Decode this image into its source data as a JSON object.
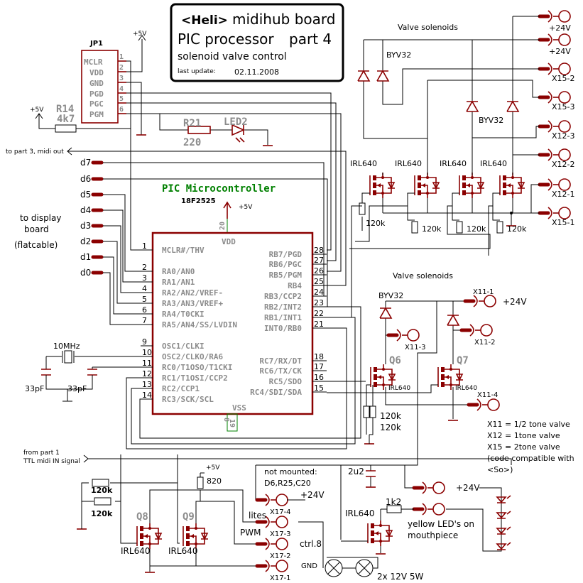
{
  "title": {
    "brand": "<Heli>",
    "board": "midihub board",
    "processor": "PIC processor",
    "part": "part 4",
    "subtitle": "solenoid valve control",
    "update_label": "last update:",
    "update_date": "02.11.2008"
  },
  "supply": {
    "plus5": "+5V",
    "plus24": "+24V",
    "gnd": "GND"
  },
  "jp1": {
    "name": "JP1",
    "pins": [
      {
        "num": "1",
        "name": "MCLR"
      },
      {
        "num": "2",
        "name": "VDD"
      },
      {
        "num": "3",
        "name": "GND"
      },
      {
        "num": "4",
        "name": "PGD"
      },
      {
        "num": "5",
        "name": "PGC"
      },
      {
        "num": "6",
        "name": "PGM"
      }
    ]
  },
  "r14": {
    "name": "R14",
    "value": "4k7"
  },
  "r21": {
    "name": "R21",
    "value": "220"
  },
  "led2": {
    "name": "LED2"
  },
  "midi_out": "to part 3, midi out",
  "data_lines": [
    "d7",
    "d6",
    "d5",
    "d4",
    "d3",
    "d2",
    "d1",
    "d0"
  ],
  "display_note": [
    "to display",
    "board",
    "(flatcable)"
  ],
  "mcu": {
    "title": "PIC Microcontroller",
    "part": "18F2525",
    "vdd": "VDD",
    "vss": "VSS",
    "vdd_pin": "20",
    "vss_pins": [
      "8",
      "19"
    ],
    "left_pins": [
      {
        "num": "1",
        "name": "MCLR#/THV"
      },
      {
        "num": "2",
        "name": "RA0/AN0"
      },
      {
        "num": "3",
        "name": "RA1/AN1"
      },
      {
        "num": "4",
        "name": "RA2/AN2/VREF-"
      },
      {
        "num": "5",
        "name": "RA3/AN3/VREF+"
      },
      {
        "num": "6",
        "name": "RA4/T0CKI"
      },
      {
        "num": "7",
        "name": "RA5/AN4/SS/LVDIN"
      },
      {
        "num": "9",
        "name": "OSC1/CLKI"
      },
      {
        "num": "10",
        "name": "OSC2/CLKO/RA6"
      },
      {
        "num": "11",
        "name": "RC0/T1OSO/T1CKI"
      },
      {
        "num": "12",
        "name": "RC1/T1OSI/CCP2"
      },
      {
        "num": "13",
        "name": "RC2/CCP1"
      },
      {
        "num": "14",
        "name": "RC3/SCK/SCL"
      }
    ],
    "right_pins": [
      {
        "num": "28",
        "name": "RB7/PGD"
      },
      {
        "num": "27",
        "name": "RB6/PGC"
      },
      {
        "num": "26",
        "name": "RB5/PGM"
      },
      {
        "num": "25",
        "name": "RB4"
      },
      {
        "num": "24",
        "name": "RB3/CCP2"
      },
      {
        "num": "23",
        "name": "RB2/INT2"
      },
      {
        "num": "22",
        "name": "RB1/INT1"
      },
      {
        "num": "21",
        "name": "INT0/RB0"
      },
      {
        "num": "18",
        "name": "RC7/RX/DT"
      },
      {
        "num": "17",
        "name": "RC6/TX/CK"
      },
      {
        "num": "16",
        "name": "RC5/SDO"
      },
      {
        "num": "15",
        "name": "RC4/SDI/SDA"
      }
    ]
  },
  "crystal": {
    "freq": "10MHz",
    "cap1": "33pF",
    "cap2": "33pF"
  },
  "midi_in": [
    "from part 1",
    "TTL midi IN signal"
  ],
  "solenoids_top": {
    "heading": "Valve solenoids",
    "diode1": "BYV32",
    "diode2": "BYV32",
    "fets": [
      "IRL640",
      "IRL640",
      "IRL640",
      "IRL640"
    ],
    "resistors": [
      "120k",
      "120k",
      "120k",
      "120k"
    ],
    "connectors": [
      "+24V",
      "+24V",
      "X15-2",
      "X15-3",
      "X12-3",
      "X12-2",
      "X12-1",
      "X15-1"
    ]
  },
  "solenoids_bottom": {
    "heading": "Valve solenoids",
    "diode": "BYV32",
    "q6": "Q6",
    "q7": "Q7",
    "fet": "IRL640",
    "r1": "120k",
    "r2": "120k",
    "connectors": {
      "x11_1": "X11-1",
      "x11_2": "X11-2",
      "x11_3": "X11-3",
      "x11_4": "X11-4"
    },
    "v24": "+24V"
  },
  "legend": [
    "X11 = 1/2 tone valve",
    "X12 = 1tone valve",
    "X15 = 2tone valve",
    "(code compatible with",
    "<So>)"
  ],
  "cap_2u2": "2u2",
  "led_section": {
    "v24": "+24V",
    "resistor": "1k2",
    "fet": "IRL640",
    "note": [
      "yellow LED's on",
      "mouthpiece"
    ]
  },
  "lamps": "2x 12V 5W",
  "lights": {
    "q8": "Q8",
    "q9": "Q9",
    "fet": "IRL640",
    "r1": "120k",
    "r2": "120k",
    "r820": "820",
    "not_mounted": [
      "not mounted:",
      "D6,R25,C20"
    ],
    "connectors": [
      {
        "id": "X17-4",
        "signal": "+24V"
      },
      {
        "id": "X17-3",
        "signal": "lites"
      },
      {
        "id": "X17-2",
        "signal": "ctrl.8"
      },
      {
        "id": "X17-1",
        "signal": "GND"
      }
    ],
    "pwm": "PWM"
  },
  "colors": {
    "component": "#8b0000",
    "wire": "#000000",
    "pin_text": "#8c8c8c",
    "mcu_title": "#008000"
  }
}
